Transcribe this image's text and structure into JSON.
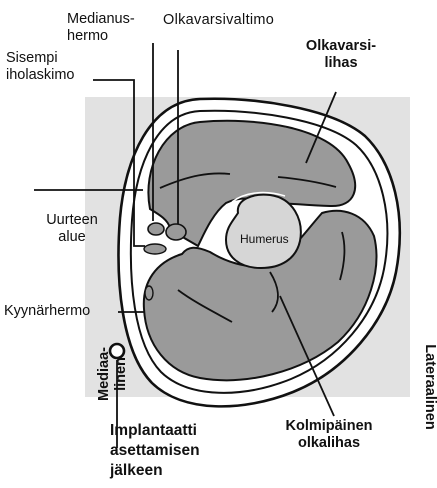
{
  "labels": {
    "median_nerve": [
      "Medianus-",
      "hermo"
    ],
    "brachial_artery": "Olkavarsivaltimo",
    "medial_cutaneous_nerve": [
      "Sisempi",
      "iholaskimo"
    ],
    "biceps": [
      "Olkavarsi-",
      "lihas"
    ],
    "groove_area": [
      "Uurteen",
      "alue"
    ],
    "humerus": "Humerus",
    "ulnar_nerve": "Kyynärhermo",
    "medial": [
      "Mediaa-",
      "linen"
    ],
    "lateral": "Lateraalinen",
    "triceps": [
      "Kolmipäinen",
      "olkalihas"
    ],
    "implant": [
      "Implantaatti",
      "asettamisen",
      "jälkeen"
    ]
  },
  "colors": {
    "muscle": "#9a9a9a",
    "background_band": "#e2e2e2",
    "skin": "#ffffff",
    "outline": "#111111"
  }
}
